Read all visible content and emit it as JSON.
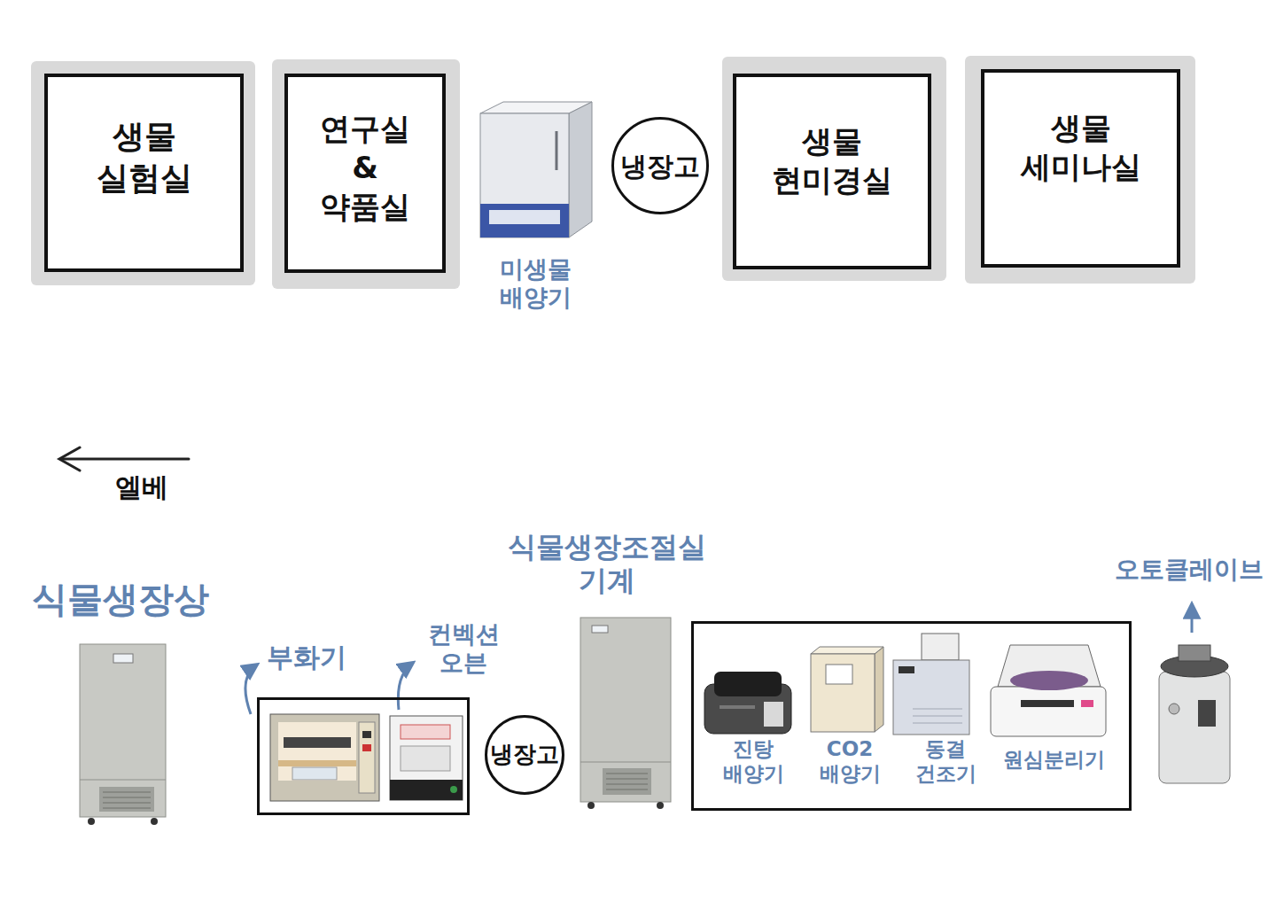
{
  "diagram": {
    "nodes": [
      {
        "text": [
          "생물 실험실"
        ]
      },
      {
        "text": [
          "연구실 & 약품실"
        ]
      },
      {
        "text": [
          "냉장고"
        ]
      },
      {
        "text": [
          "생물 현미경실"
        ]
      },
      {
        "text": [
          "생물 세미나실"
        ]
      },
      {
        "text": [
          "부화기",
          "컨벡션 오븐"
        ]
      },
      {
        "text": [
          "냉장고"
        ]
      },
      {
        "text": [
          "진탕 배양기",
          "CO2 배양기",
          "동결 건조기",
          "원심분리기"
        ]
      }
    ],
    "labels": [
      "미생물 배양기",
      "엘베",
      "식물생장상",
      "식물생장조절실 기계",
      "오토클레이브"
    ]
  }
}
